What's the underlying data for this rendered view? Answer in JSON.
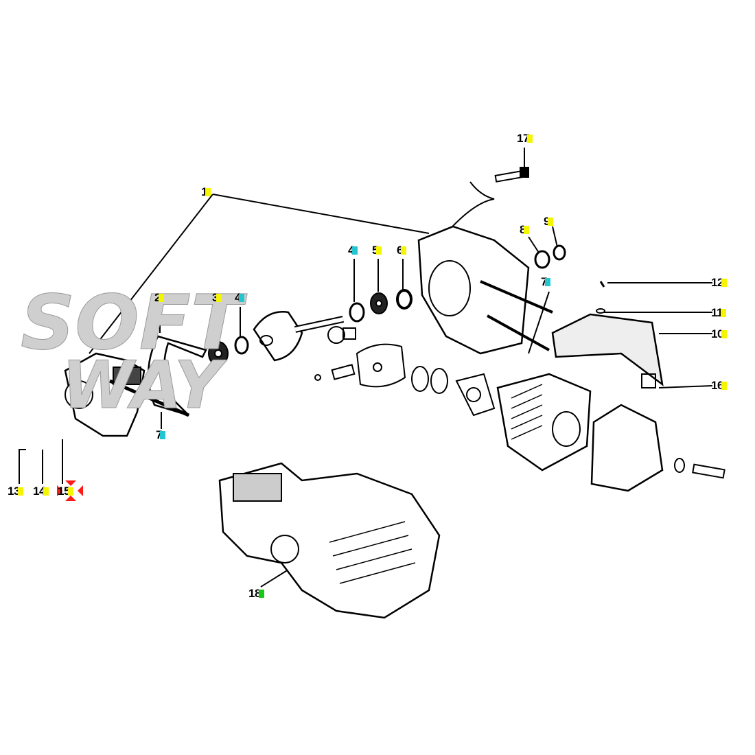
{
  "watermark": {
    "line1": "SOFT",
    "line2": "WAY"
  },
  "marker_colors": {
    "yellow": "#f5f500",
    "cyan": "#22c5d0",
    "green": "#18c818",
    "red": "#ff1a1a"
  },
  "callouts": [
    {
      "id": "17",
      "text": "17",
      "color": "yellow"
    },
    {
      "id": "1",
      "text": "1",
      "color": "yellow"
    },
    {
      "id": "9",
      "text": "9",
      "color": "yellow"
    },
    {
      "id": "8",
      "text": "8",
      "color": "yellow"
    },
    {
      "id": "4a",
      "text": "4",
      "color": "cyan"
    },
    {
      "id": "5",
      "text": "5",
      "color": "yellow"
    },
    {
      "id": "6",
      "text": "6",
      "color": "yellow"
    },
    {
      "id": "7a",
      "text": "7",
      "color": "cyan"
    },
    {
      "id": "12",
      "text": "12",
      "color": "yellow"
    },
    {
      "id": "2",
      "text": "2",
      "color": "yellow"
    },
    {
      "id": "3",
      "text": "3",
      "color": "yellow"
    },
    {
      "id": "4b",
      "text": "4",
      "color": "cyan"
    },
    {
      "id": "11",
      "text": "11",
      "color": "yellow"
    },
    {
      "id": "10",
      "text": "10",
      "color": "yellow"
    },
    {
      "id": "16",
      "text": "16",
      "color": "yellow"
    },
    {
      "id": "7b",
      "text": "7",
      "color": "cyan"
    },
    {
      "id": "13",
      "text": "13",
      "color": "yellow"
    },
    {
      "id": "14",
      "text": "14",
      "color": "yellow"
    },
    {
      "id": "15",
      "text": "15",
      "color": "yellow"
    },
    {
      "id": "18",
      "text": "18",
      "color": "green"
    }
  ]
}
